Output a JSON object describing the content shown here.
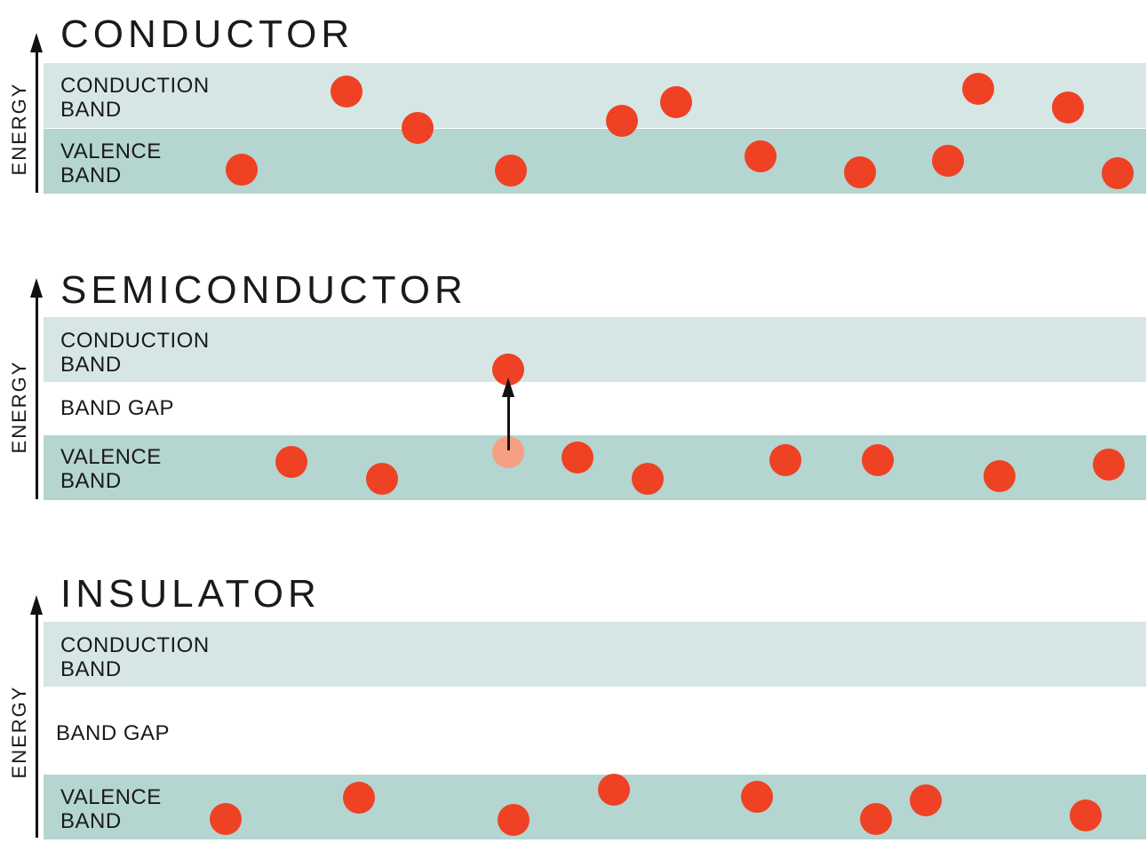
{
  "colors": {
    "conduction_band": "#d6e6e4",
    "valence_band": "#b4d5d0",
    "electron": "#ef4123",
    "excited_origin": "#f5a083",
    "text": "#1a1a1a"
  },
  "panels": [
    {
      "title": "CONDUCTOR",
      "axis_label": "ENERGY",
      "conduction_label": [
        "CONDUCTION",
        "BAND"
      ],
      "valence_label": [
        "VALENCE",
        "BAND"
      ],
      "band_gap_label": "",
      "bands_overlap": true
    },
    {
      "title": "SEMICONDUCTOR",
      "axis_label": "ENERGY",
      "conduction_label": [
        "CONDUCTION",
        "BAND"
      ],
      "valence_label": [
        "VALENCE",
        "BAND"
      ],
      "band_gap_label": "BAND GAP",
      "excitation_arrow": true
    },
    {
      "title": "INSULATOR",
      "axis_label": "ENERGY",
      "conduction_label": [
        "CONDUCTION",
        "BAND"
      ],
      "valence_label": [
        "VALENCE",
        "BAND"
      ],
      "band_gap_label": "BAND GAP"
    }
  ]
}
